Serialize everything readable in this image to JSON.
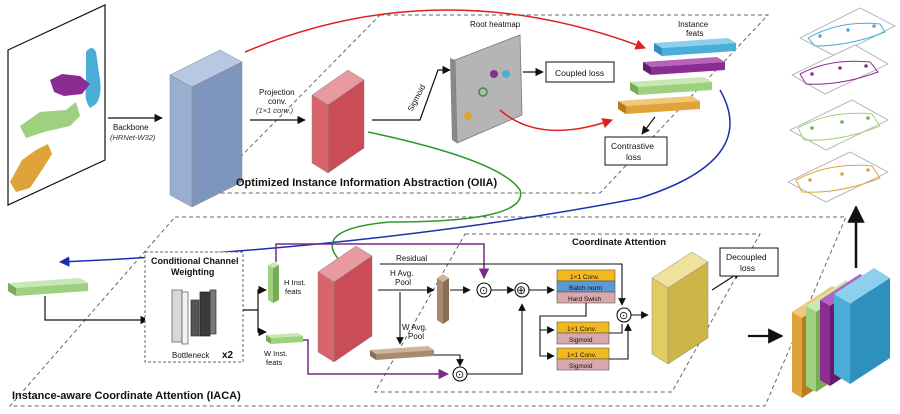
{
  "labels": {
    "backbone": "Backbone",
    "backbone_model": "(HRNet-W32)",
    "projection": "Projection",
    "projection_conv": "conv.",
    "projection_kernel": "(1×1 conv.)",
    "sigmoid": "Sigmoid",
    "root_heatmap": "Root heatmap",
    "coupled_loss": "Coupled loss",
    "instance": "Instance",
    "feats": "feats",
    "contrastive": "Contrastive",
    "loss": "loss",
    "oiia_title": "Optimized Instance Information Abstraction (OIIA)",
    "ccw_line1": "Conditional Channel",
    "ccw_line2": "Weighting",
    "bottleneck": "Bottleneck",
    "x2": "x2",
    "h_inst": "H Inst.",
    "w_inst": "W Inst.",
    "residual": "Residual",
    "coord_attention": "Coordinate Attention",
    "h_avg": "H Avg.",
    "w_avg": "W Avg.",
    "pool": "Pool",
    "conv1x1": "1×1 Conv.",
    "batch_norm": "Batch norm",
    "hard_swish": "Hard Swish",
    "sigmoid_box": "Sigmoid",
    "decoupled": "Decoupled",
    "iaca_title": "Instance-aware Coordinate Attention (IACA)",
    "dot": "⊙",
    "plus": "⊕"
  },
  "colors": {
    "blue_block": "#9aaed0",
    "red_block": "#d9646c",
    "green": "#9ed07f",
    "purple": "#8a2c92",
    "cyan": "#4aaed8",
    "orange": "#e0a33a",
    "tan": "#a88a6e",
    "yellow": "#e2cc62",
    "conv_orange": "#f3b81e",
    "bn_blue": "#5b98d6",
    "hs_pink": "#d8a8ac",
    "arrow_red": "#e02020",
    "arrow_green": "#2e9a2e",
    "arrow_blue": "#1a2fb0",
    "arrow_purple": "#7a2a8a"
  }
}
